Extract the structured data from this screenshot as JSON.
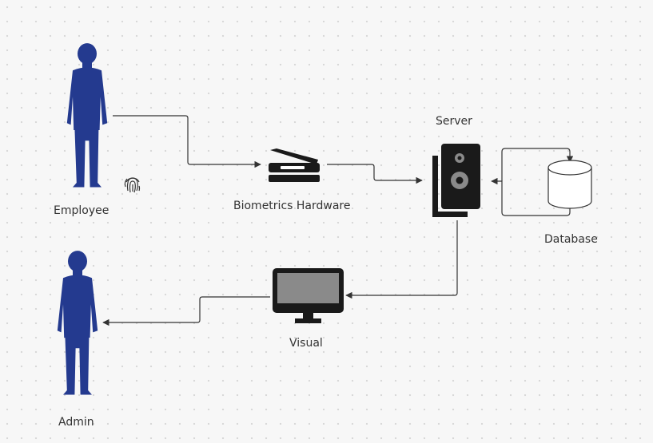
{
  "diagram": {
    "nodes": {
      "employee": {
        "label": "Employee",
        "icon": "person-icon",
        "badge_icon": "fingerprint-icon"
      },
      "biometrics": {
        "label": "Biometrics Hardware",
        "icon": "biometric-scanner-icon"
      },
      "server": {
        "label": "Server",
        "icon": "server-icon"
      },
      "database": {
        "label": "Database",
        "icon": "database-icon"
      },
      "visual": {
        "label": "Visual",
        "icon": "monitor-icon"
      },
      "admin": {
        "label": "Admin",
        "icon": "person-icon"
      }
    },
    "colors": {
      "person": "#243a8f",
      "device": "#1a1a1a",
      "connector": "#333333",
      "screen": "#8a8a8a"
    }
  }
}
